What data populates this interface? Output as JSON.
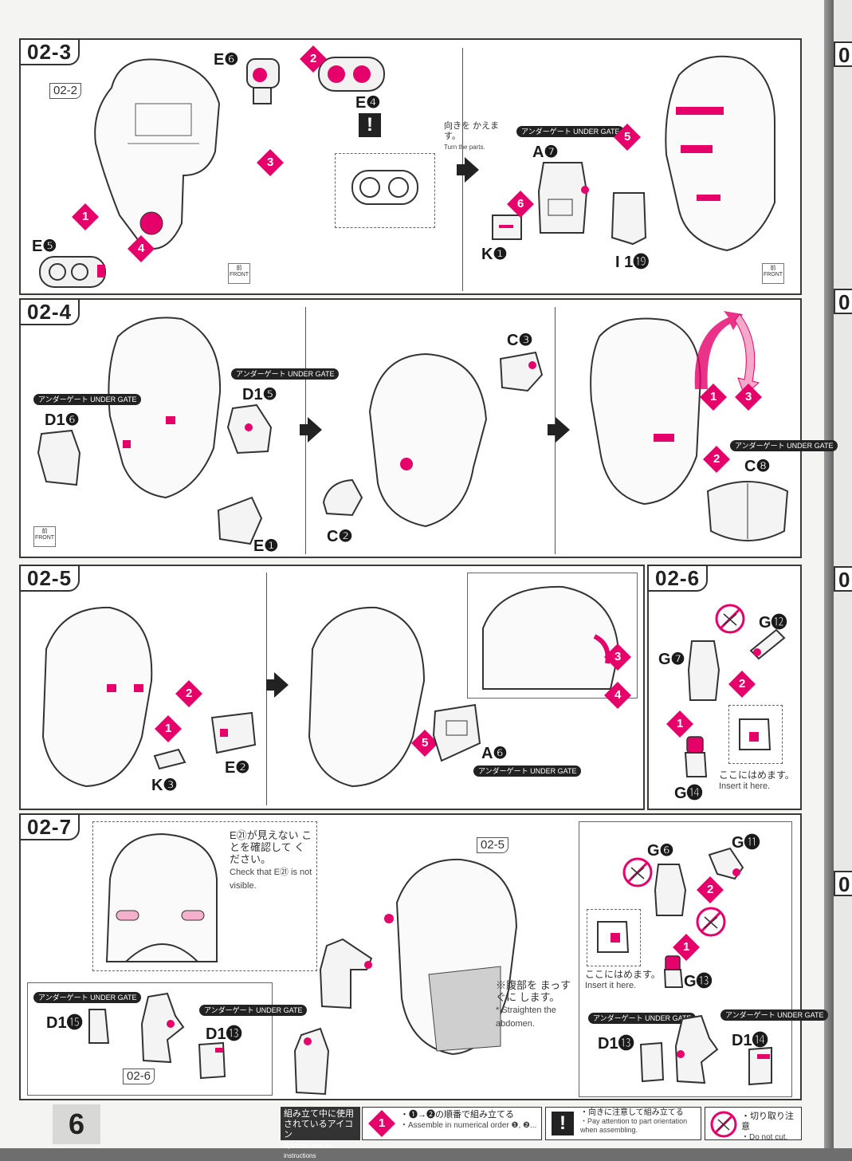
{
  "page_number": "6",
  "next_page_tabs": [
    "0",
    "0",
    "0",
    "0"
  ],
  "steps": {
    "s023": {
      "label": "02-3",
      "ref": "02-2",
      "parts": {
        "e6": "E❻",
        "e4": "E❹",
        "e5": "E❺",
        "a7": "A❼",
        "k1": "K❶",
        "i19": "I 1⓳"
      },
      "turn_jp": "向きを かえます。",
      "turn_en": "Turn the parts.",
      "gate": "アンダーゲート UNDER GATE",
      "front": "前 FRONT",
      "nums": [
        "1",
        "2",
        "3",
        "4",
        "5",
        "6"
      ]
    },
    "s024": {
      "label": "02-4",
      "parts": {
        "d16": "D1❻",
        "d15": "D1❺",
        "e1": "E❶",
        "c3": "C❸",
        "c2": "C❷",
        "c8": "C❽"
      },
      "gate": "アンダーゲート UNDER GATE",
      "front": "前 FRONT",
      "nums": [
        "1",
        "2",
        "3"
      ]
    },
    "s025": {
      "label": "02-5",
      "parts": {
        "e2": "E❷",
        "k3": "K❸",
        "a6": "A❻"
      },
      "gate": "アンダーゲート UNDER GATE",
      "nums": [
        "1",
        "2",
        "3",
        "4",
        "5"
      ]
    },
    "s026": {
      "label": "02-6",
      "parts": {
        "g12": "G⓬",
        "g7": "G❼",
        "g14": "G⓮"
      },
      "insert_jp": "ここにはめます。",
      "insert_en": "Insert it here.",
      "nums": [
        "1",
        "2"
      ]
    },
    "s027": {
      "label": "02-7",
      "ref_a": "02-5",
      "ref_b": "02-6",
      "check_jp": "E㉑が見えない ことを確認して ください。",
      "check_en": "Check that E㉑ is not visible.",
      "abdomen_jp": "※腹部を まっすぐに します。",
      "abdomen_en": "* Straighten the abdomen.",
      "parts": {
        "d15": "D1⓯",
        "d13a": "D1⓭",
        "g6": "G❻",
        "g11": "G⓫",
        "g13": "G⓭",
        "d13b": "D1⓭",
        "d14": "D1⓮"
      },
      "insert_jp": "ここにはめます。",
      "insert_en": "Insert it here.",
      "gate": "アンダーゲート UNDER GATE",
      "nums": [
        "1",
        "2"
      ]
    }
  },
  "legend": {
    "title_jp": "組み立て中に使用 されているアイコン",
    "title_en": "Symbols used in instructions",
    "order_jp": "・❶→❷の順番で組み立てる",
    "order_en": "・Assemble in numerical order ❶, ❷...",
    "orient_jp": "・向きに注意して組み立てる",
    "orient_en": "・Pay attention to part orientation when assembling.",
    "nocut_jp": "・切り取り注意",
    "nocut_en": "・Do not cut.",
    "order_icon": "1",
    "orient_icon": "!"
  },
  "colors": {
    "accent": "#e5006a",
    "ink": "#222222",
    "page": "#f4f4f2"
  }
}
